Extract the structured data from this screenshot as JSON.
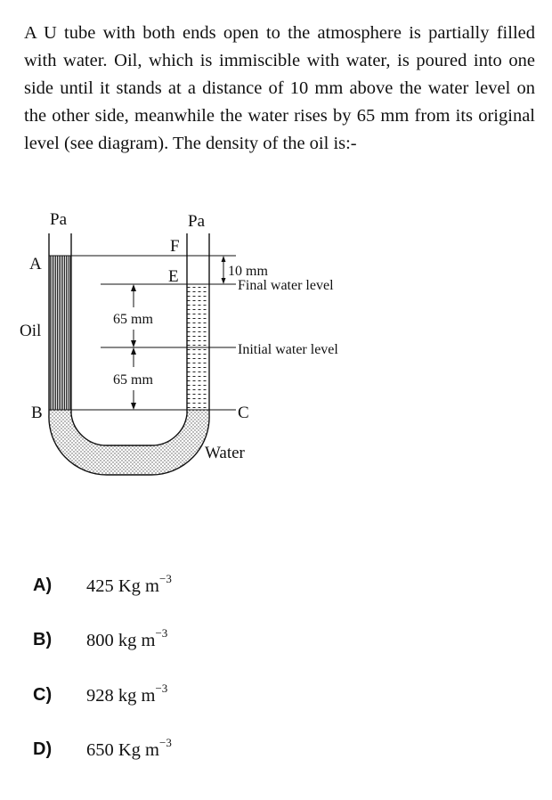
{
  "question": {
    "text": "A U tube with both ends open to the atmosphere is partially filled with water. Oil, which is immiscible with water, is poured into one side until it stands at a distance of 10 mm above the water level on the other side, meanwhile the water rises by 65 mm from its original level (see diagram). The density of the oil is:-"
  },
  "diagram": {
    "pa_left": "Pa",
    "pa_right": "Pa",
    "label_a": "A",
    "label_b": "B",
    "label_c": "C",
    "label_e": "E",
    "label_f": "F",
    "label_oil": "Oil",
    "label_water": "Water",
    "dim_upper": "65 mm",
    "dim_lower": "65 mm",
    "dim_10mm": "10 mm",
    "final_level": "Final water level",
    "initial_level": "Initial water level"
  },
  "options": [
    {
      "letter": "A)",
      "value": "425 Kg m",
      "unit_exp": "−3"
    },
    {
      "letter": "B)",
      "value": "800 kg m",
      "unit_exp": "−3"
    },
    {
      "letter": "C)",
      "value": "928 kg m",
      "unit_exp": "−3"
    },
    {
      "letter": "D)",
      "value": "650 Kg m",
      "unit_exp": "−3"
    }
  ]
}
